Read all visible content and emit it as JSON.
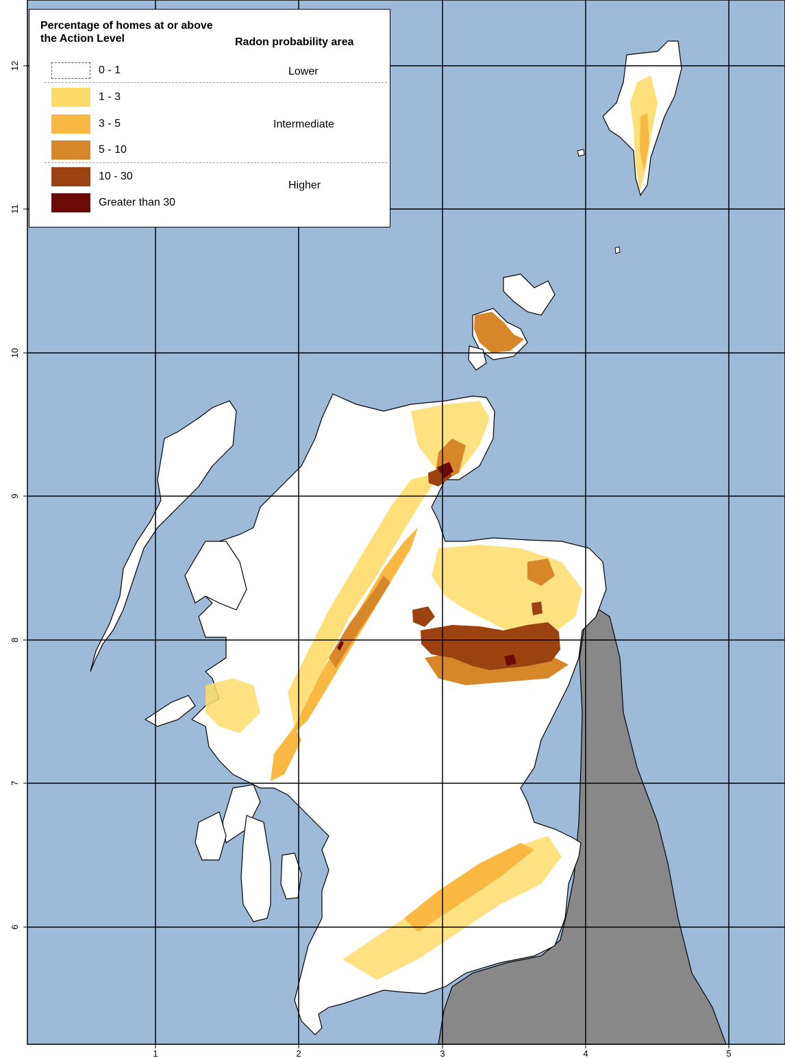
{
  "legend": {
    "title_left": "Percentage of homes at or above the Action Level",
    "title_right": "Radon probability area",
    "classes": [
      {
        "label": "0 - 1",
        "color": "#ffffff"
      },
      {
        "label": "1 - 3",
        "color": "#fedc6a"
      },
      {
        "label": "3 - 5",
        "color": "#f8b841"
      },
      {
        "label": "5 - 10",
        "color": "#d8862a"
      },
      {
        "label": "10 - 30",
        "color": "#9c4210"
      },
      {
        "label": "Greater than 30",
        "color": "#6b0a06"
      }
    ],
    "zones": {
      "lower": "Lower",
      "intermediate": "Intermediate",
      "higher": "Higher"
    }
  },
  "axes": {
    "x_ticks": [
      "1",
      "2",
      "3",
      "4",
      "5"
    ],
    "y_ticks": [
      "12",
      "11",
      "10",
      "9",
      "8",
      "7",
      "6"
    ]
  },
  "colors": {
    "sea": "#9dbbd9",
    "land_lower": "#ffffff",
    "neighbour_land": "#888888",
    "grid": "#000000"
  }
}
